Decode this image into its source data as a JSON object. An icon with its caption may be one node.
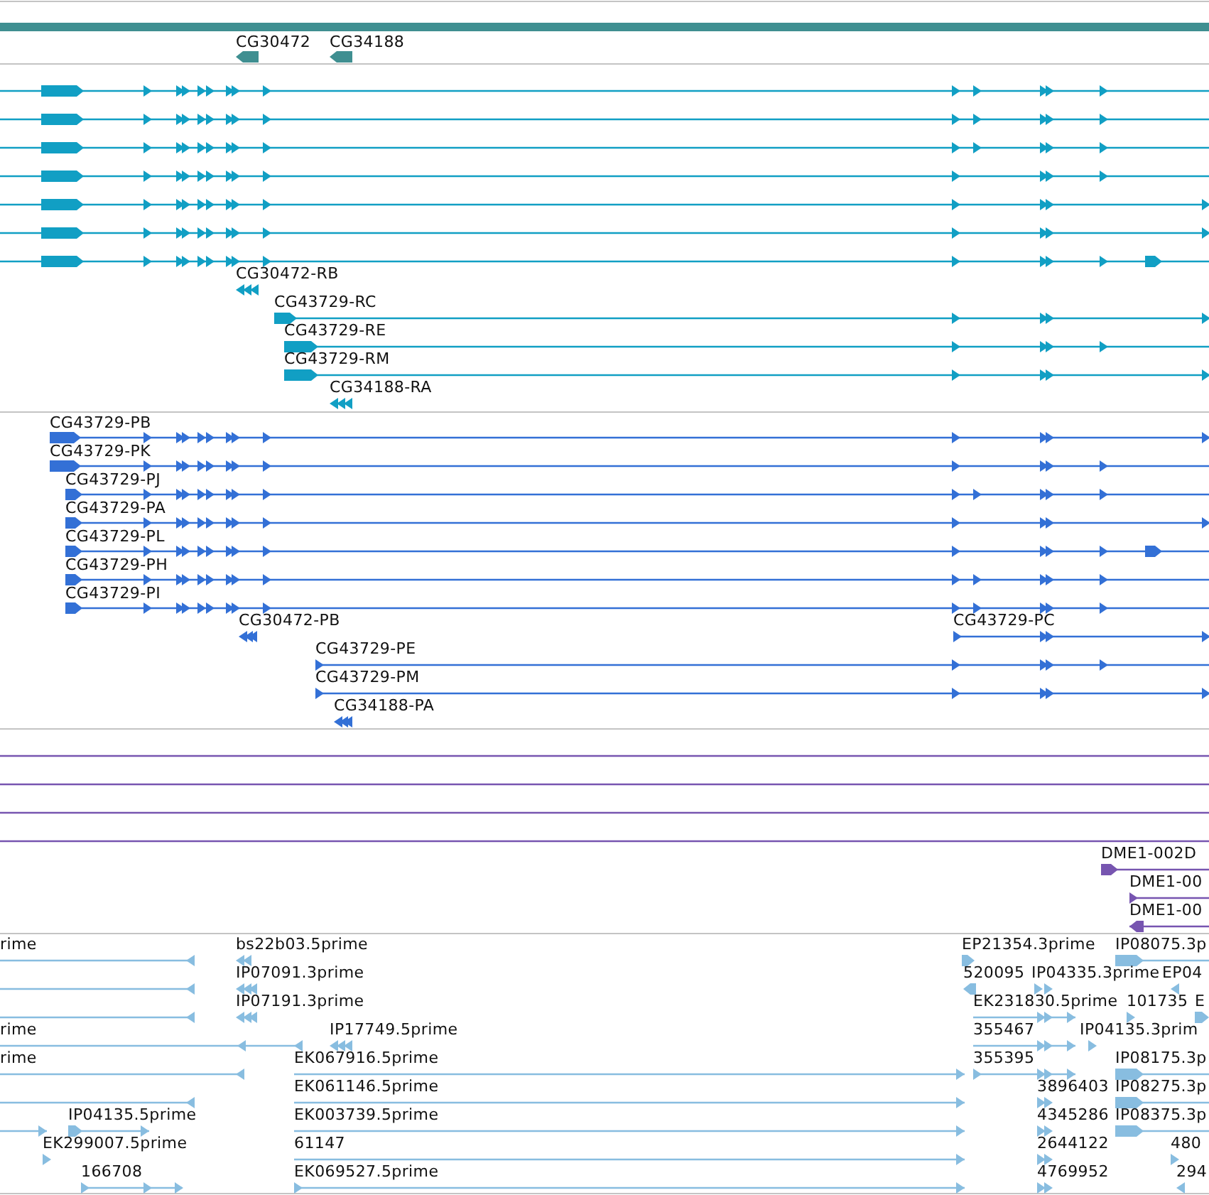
{
  "diagram": {
    "labels": [
      "CG30472",
      "CG34188",
      "CG30472-RB",
      "CG43729-RC",
      "CG43729-RE",
      "CG43729-RM",
      "CG34188-RA",
      "CG43729-PB",
      "CG43729-PK",
      "CG43729-PJ",
      "CG43729-PA",
      "CG43729-PL",
      "CG43729-PH",
      "CG43729-PI",
      "CG30472-PB",
      "CG43729-PC",
      "CG43729-PE",
      "CG43729-PM",
      "CG34188-PA",
      "DME1-002D",
      "DME1-00",
      "DME1-00",
      "rime",
      "bs22b03.5prime",
      "EP21354.3prime",
      "IP08075.3p",
      "IP07091.3prime",
      "520095",
      "IP04335.3prime",
      "EP04",
      "IP07191.3prime",
      "EK231830.5prime",
      "101735",
      "E",
      "rime",
      "IP17749.5prime",
      "355467",
      "IP04135.3prim",
      "rime",
      "EK067916.5prime",
      "355395",
      "IP08175.3p",
      "EK061146.5prime",
      "3896403",
      "IP08275.3p",
      "IP04135.5prime",
      "EK003739.5prime",
      "4345286",
      "IP08375.3p",
      "EK299007.5prime",
      "61147",
      "2644122",
      "480",
      "166708",
      "EK069527.5prime",
      "4769952",
      "294"
    ]
  }
}
